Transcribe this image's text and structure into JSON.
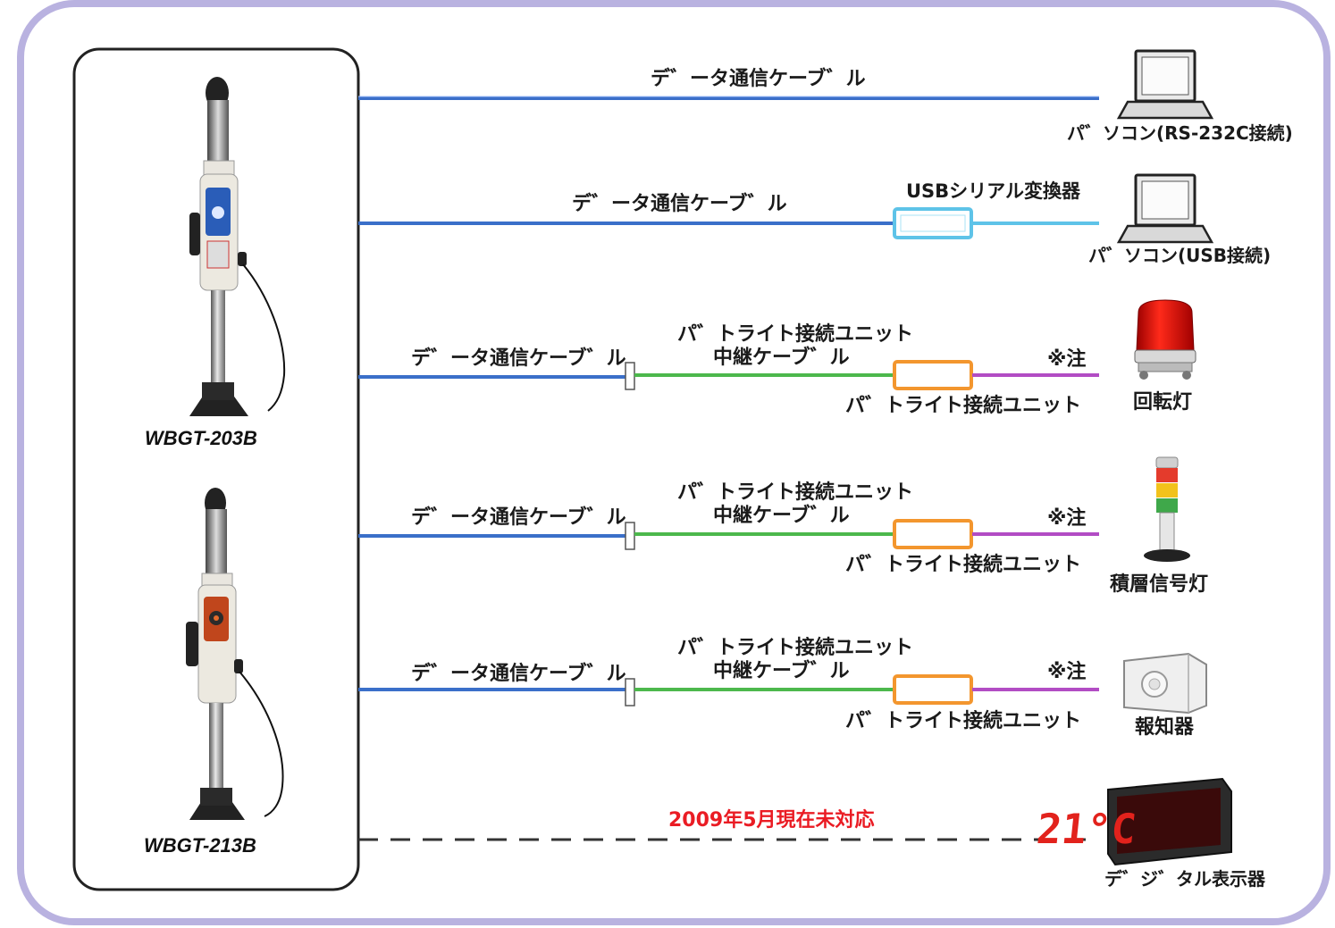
{
  "devices": {
    "model_top": "WBGT-203B",
    "model_bottom": "WBGT-213B"
  },
  "rows": [
    {
      "cable_label": "デ゛ータ通信ケーブ゛ル",
      "target_label": "パ゛ソコン(RS-232C接続)",
      "target_icon": "laptop-icon"
    },
    {
      "cable_label": "デ゛ータ通信ケーブ゛ル",
      "converter_label": "USBシリアル変換器",
      "target_label": "パ゛ソコン(USB接続)",
      "target_icon": "laptop-icon"
    },
    {
      "cable_label": "デ゛ータ通信ケーブ゛ル",
      "relay_label_1": "パ゛トライト接続ユニット",
      "relay_label_2": "中継ケーブ゛ル",
      "unit_label": "パ゛トライト接続ユニット",
      "note": "※注",
      "target_label": "回転灯",
      "target_icon": "rotating-light-icon"
    },
    {
      "cable_label": "デ゛ータ通信ケーブ゛ル",
      "relay_label_1": "パ゛トライト接続ユニット",
      "relay_label_2": "中継ケーブ゛ル",
      "unit_label": "パ゛トライト接続ユニット",
      "note": "※注",
      "target_label": "積層信号灯",
      "target_icon": "signal-tower-icon"
    },
    {
      "cable_label": "デ゛ータ通信ケーブ゛ル",
      "relay_label_1": "パ゛トライト接続ユニット",
      "relay_label_2": "中継ケーブ゛ル",
      "unit_label": "パ゛トライト接続ユニット",
      "note": "※注",
      "target_label": "報知器",
      "target_icon": "alarm-icon"
    },
    {
      "status_label": "2009年5月現在未対応",
      "target_label": "デ゛ジ゛タル表示器",
      "target_icon": "digital-display-icon",
      "display_value": "21°C"
    }
  ],
  "colors": {
    "frame": "#b9b2e0",
    "data_cable": "#3a6fc9",
    "relay_cable": "#4cb84c",
    "output_cable": "#b24cc4",
    "converter": "#5ec3e8",
    "unit": "#f3962e",
    "status_text": "#ea1c24",
    "display_digits": "#e2221c"
  }
}
